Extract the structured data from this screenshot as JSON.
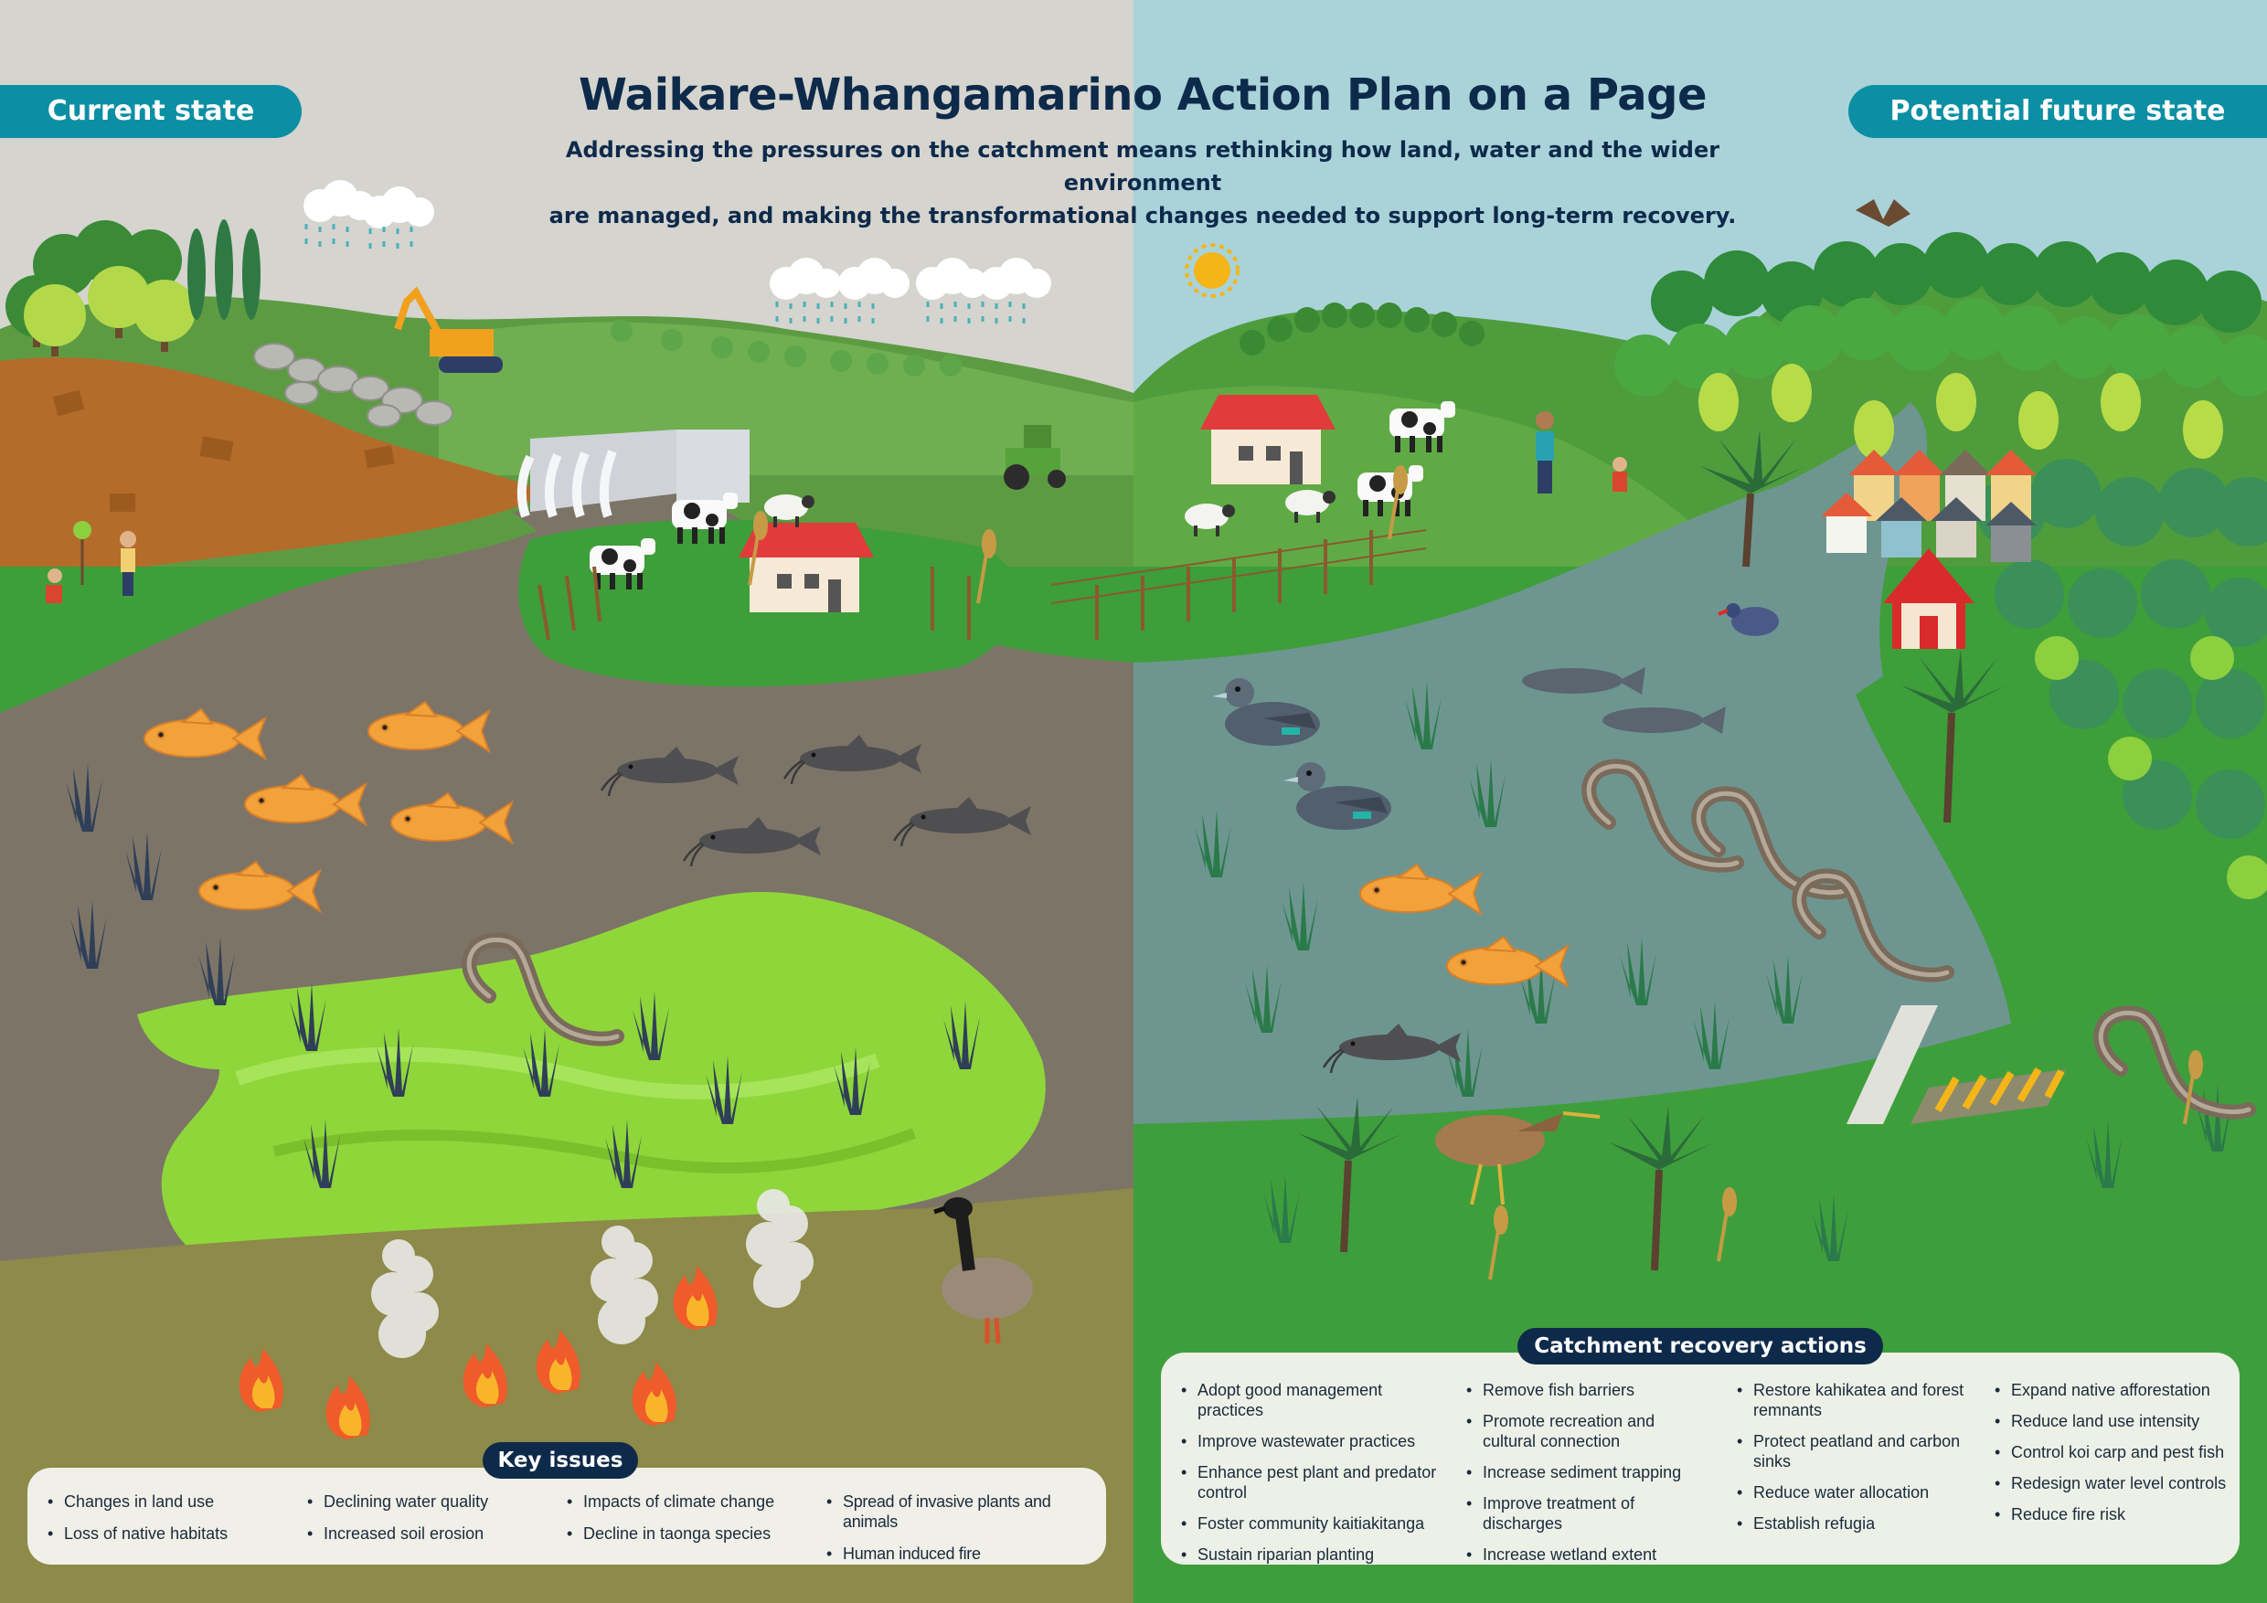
{
  "header": {
    "title": "Waikare-Whangamarino Action Plan on a Page",
    "subtitle_line1": "Addressing the pressures on the catchment means rethinking how land, water and the wider environment",
    "subtitle_line2": "are managed, and making the transformational changes needed to support long-term recovery.",
    "left_tab": "Current state",
    "right_tab": "Potential future state"
  },
  "key_issues": {
    "title": "Key issues",
    "columns": [
      [
        "Changes in land use",
        "Loss of native habitats"
      ],
      [
        "Declining water quality",
        "Increased soil erosion"
      ],
      [
        "Impacts of climate change",
        "Decline in taonga species"
      ],
      [
        "Spread of invasive plants and animals",
        "Human induced fire"
      ]
    ]
  },
  "recovery_actions": {
    "title": "Catchment recovery actions",
    "columns": [
      [
        "Adopt good management practices",
        "Improve wastewater practices",
        "Enhance pest plant and predator control",
        "Foster community kaitiakitanga",
        "Sustain riparian planting"
      ],
      [
        "Remove fish barriers",
        "Promote recreation and cultural connection",
        "Increase sediment trapping",
        "Improve treatment of discharges",
        "Increase wetland extent"
      ],
      [
        "Restore kahikatea and forest remnants",
        "Protect peatland and carbon sinks",
        "Reduce water allocation",
        "Establish refugia"
      ],
      [
        "Expand native afforestation",
        "Reduce land use intensity",
        "Control koi carp and pest fish",
        "Redesign water level controls",
        "Reduce fire risk"
      ]
    ]
  },
  "colors": {
    "left_sky": "#d5d4cf",
    "right_sky": "#a9d3d9",
    "tab": "#0d8fa3",
    "navy": "#0e2a4a",
    "grass": "#3e9e3a",
    "mud": "#7d7468",
    "clear_water": "#6e9690",
    "algae": "#8fd63a"
  }
}
